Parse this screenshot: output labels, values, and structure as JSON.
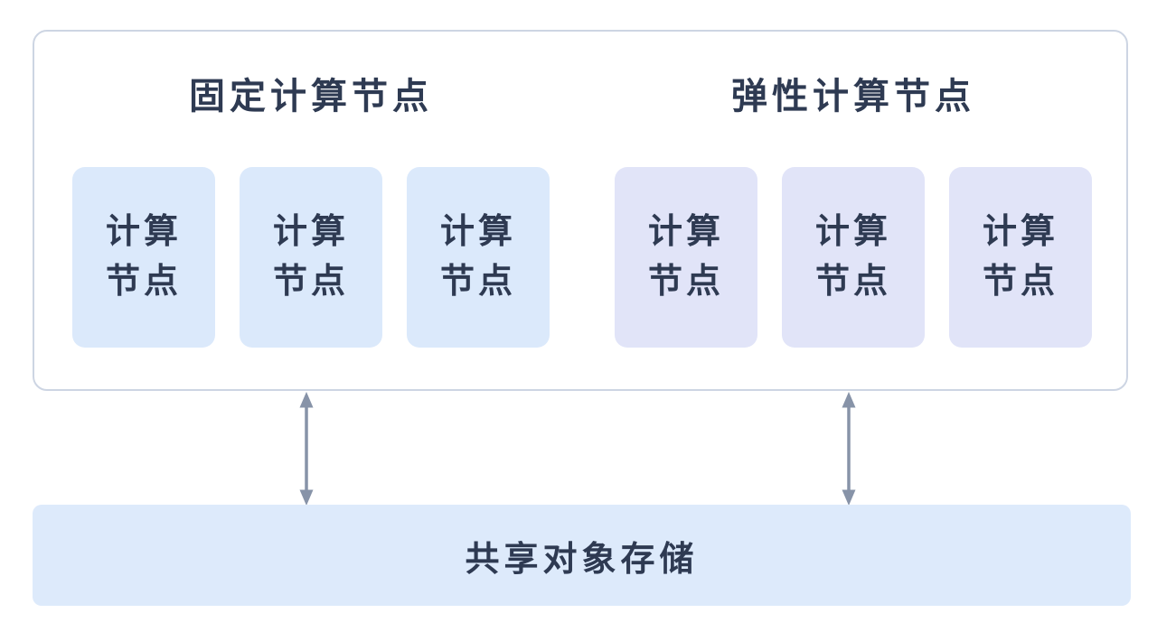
{
  "groups": [
    {
      "title": "固定计算节点",
      "nodes": [
        "计算\n节点",
        "计算\n节点",
        "计算\n节点"
      ]
    },
    {
      "title": "弹性计算节点",
      "nodes": [
        "计算\n节点",
        "计算\n节点",
        "计算\n节点"
      ]
    }
  ],
  "storage": {
    "label": "共享对象存储"
  },
  "icons": {
    "connector": "bidirectional-vertical-arrow"
  },
  "colors": {
    "fixed_node_fill": "#dbe9fb",
    "elastic_node_fill": "#e1e4f8",
    "storage_fill": "#ddeafb",
    "container_border": "#cdd5e3",
    "text": "#2e3a52",
    "arrow": "#8793a8"
  }
}
